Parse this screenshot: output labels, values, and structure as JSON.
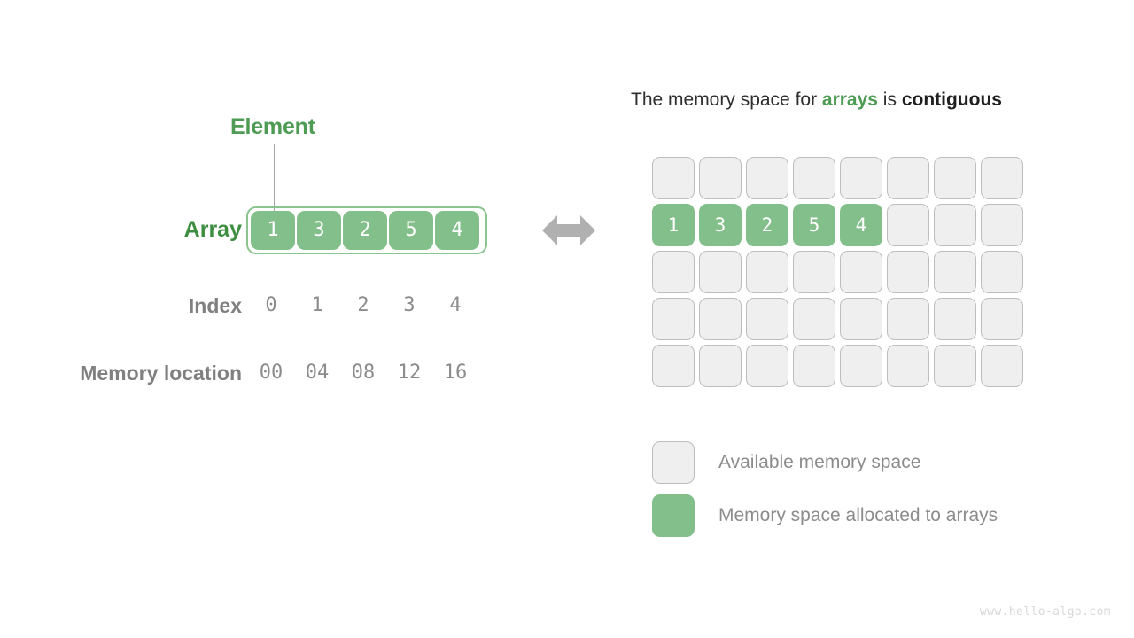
{
  "left": {
    "element_label": "Element",
    "array_label": "Array",
    "index_label": "Index",
    "memory_label": "Memory location",
    "array_values": [
      "1",
      "3",
      "2",
      "5",
      "4"
    ],
    "index_values": [
      "0",
      "1",
      "2",
      "3",
      "4"
    ],
    "memory_values": [
      "00",
      "04",
      "08",
      "12",
      "16"
    ]
  },
  "right": {
    "title_part1": "The memory space for ",
    "title_highlight": "arrays",
    "title_part2": " is ",
    "title_bold": "contiguous",
    "grid": {
      "columns": 8,
      "rows": 5,
      "filled_row_index": 1,
      "filled_values": [
        "1",
        "3",
        "2",
        "5",
        "4"
      ]
    }
  },
  "legend": {
    "items": [
      {
        "type": "empty",
        "label": "Available memory space"
      },
      {
        "type": "filled",
        "label": "Memory space allocated to arrays"
      }
    ]
  },
  "center": {
    "arrow_icon": "double-arrow-horizontal"
  },
  "footer": {
    "watermark": "www.hello-algo.com"
  },
  "colors": {
    "green_accent": "#4e9b54",
    "green_fill": "#83bf8a",
    "green_border": "#8cc490",
    "gray_text": "#8c8c8c",
    "gray_label": "#808080",
    "empty_cell": "#efefef",
    "empty_border": "#bdbdbd",
    "arrow_gray": "#b0b0b0"
  }
}
